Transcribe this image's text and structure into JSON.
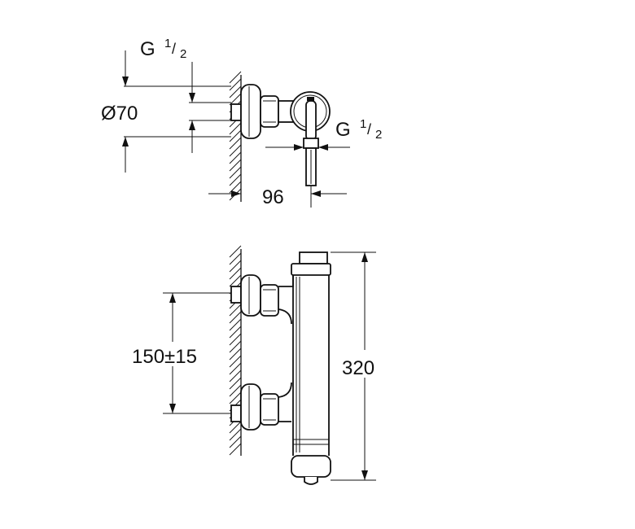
{
  "top_view": {
    "connection_label": "G",
    "connection_sup": "1",
    "connection_sub": "2",
    "diameter_label": "Ø70",
    "side_connection_label": "G",
    "side_connection_sup": "1",
    "side_connection_sub": "2",
    "projection_label": "96"
  },
  "front_view": {
    "spacing_label": "150±15",
    "height_label": "320"
  }
}
